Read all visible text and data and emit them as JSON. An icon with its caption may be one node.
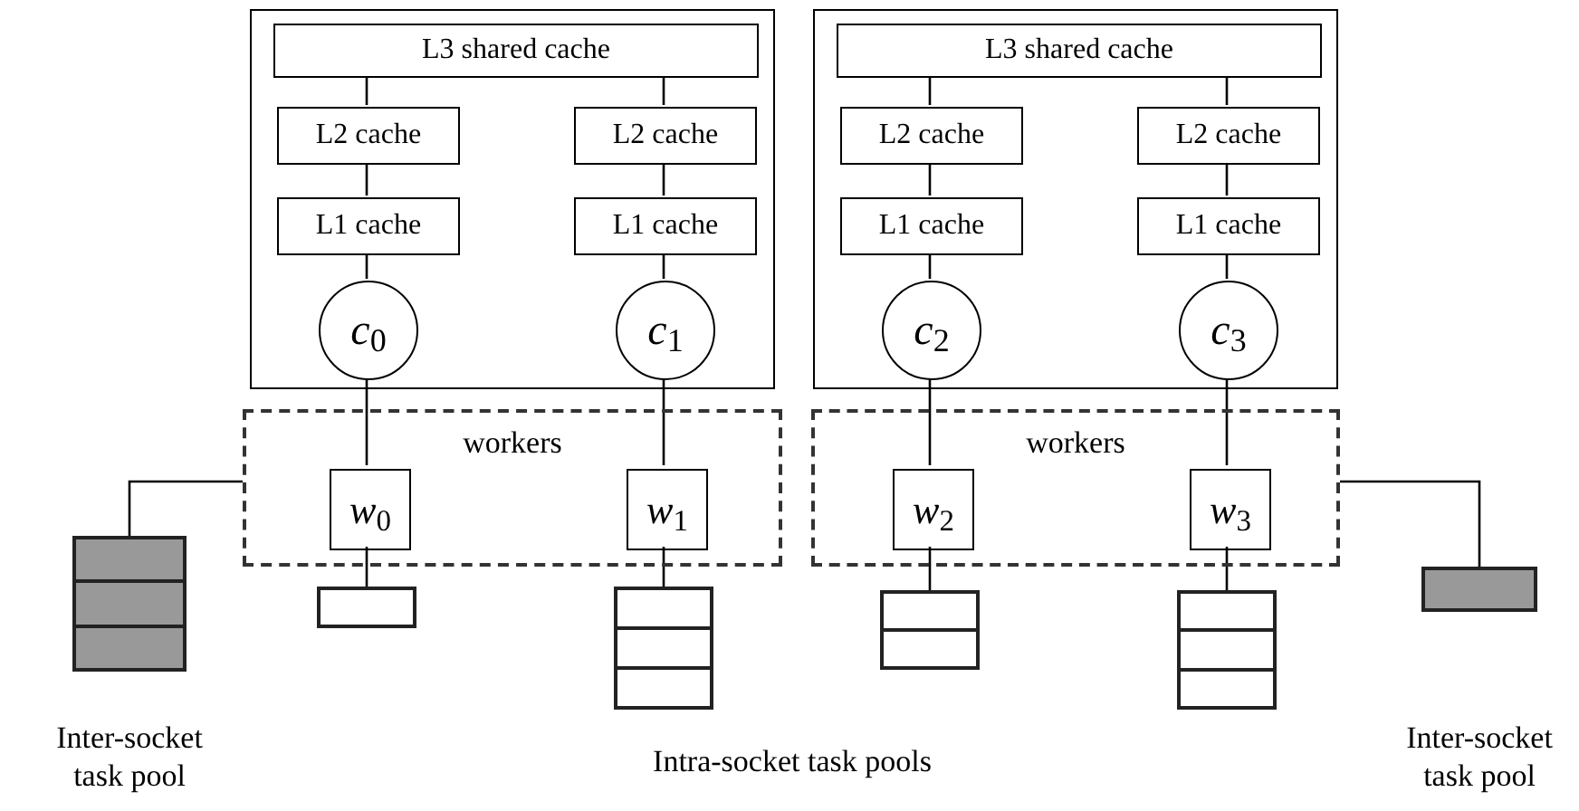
{
  "diagram": {
    "nodes": [
      {
        "text": [],
        "shape": "box"
      },
      {
        "text": [
          "L3 shared cache"
        ],
        "in": 0
      },
      {
        "text": [
          "L2 cache"
        ],
        "in": 0
      },
      {
        "text": [
          "L1 cache"
        ],
        "in": 0
      },
      {
        "text": [
          "*c*$_{0}$"
        ],
        "in": 0
      },
      {
        "text": [
          "L2 cache"
        ],
        "in": 0
      },
      {
        "text": [
          "L1 cache"
        ],
        "in": 0
      },
      {
        "text": [
          "*c*$_{1}$"
        ],
        "in": 0
      },
      {
        "text": [],
        "shape": "box"
      },
      {
        "text": [
          "L3 shared cache"
        ],
        "in": 8
      },
      {
        "text": [
          "L2 cache"
        ],
        "in": 8
      },
      {
        "text": [
          "L1 cache"
        ],
        "in": 8
      },
      {
        "text": [
          "*c*$_{2}$"
        ],
        "in": 8
      },
      {
        "text": [
          "L2 cache"
        ],
        "in": 8
      },
      {
        "text": [
          "L1 cache"
        ],
        "in": 8
      },
      {
        "text": [
          "*c*$_{3}$"
        ],
        "in": 8
      },
      {
        "text": [
          "workers"
        ]
      },
      {
        "text": [
          "*w*$_{0}$"
        ],
        "in": 16
      },
      {
        "text": [
          "*w*$_{1}$"
        ],
        "in": 16
      },
      {
        "text": [
          "workers"
        ]
      },
      {
        "text": [
          "*w*$_{2}$"
        ],
        "in": 19
      },
      {
        "text": [
          "*w*$_{3}$"
        ],
        "in": 19
      },
      {
        "text": [],
        "shape": "box",
        "beside": [
          "Inter-socket task pool"
        ]
      },
      {
        "text": [],
        "shape": "box"
      },
      {
        "text": [],
        "shape": "box"
      },
      {
        "text": [],
        "shape": "box"
      },
      {
        "text": [],
        "shape": "box"
      },
      {
        "text": [],
        "shape": "box",
        "beside": [
          "Inter-socket task pool"
        ]
      }
    ],
    "edges": [
      {
        "from": 1,
        "to": 2,
        "arrow": "none"
      },
      {
        "from": 2,
        "to": 3,
        "arrow": "none"
      },
      {
        "from": 3,
        "to": 4,
        "arrow": "none"
      },
      {
        "from": 1,
        "to": 5,
        "arrow": "none"
      },
      {
        "from": 5,
        "to": 6,
        "arrow": "none"
      },
      {
        "from": 6,
        "to": 7,
        "arrow": "none"
      },
      {
        "from": 9,
        "to": 10,
        "arrow": "none"
      },
      {
        "from": 10,
        "to": 11,
        "arrow": "none"
      },
      {
        "from": 11,
        "to": 12,
        "arrow": "none"
      },
      {
        "from": 9,
        "to": 13,
        "arrow": "none"
      },
      {
        "from": 13,
        "to": 14,
        "arrow": "none"
      },
      {
        "from": 14,
        "to": 15,
        "arrow": "none"
      },
      {
        "from": 4,
        "to": 17,
        "arrow": "none"
      },
      {
        "from": 7,
        "to": 18,
        "arrow": "none"
      },
      {
        "from": 12,
        "to": 20,
        "arrow": "none"
      },
      {
        "from": 15,
        "to": 21,
        "arrow": "none"
      },
      {
        "from": 16,
        "to": 22,
        "arrow": "none"
      },
      {
        "from": 17,
        "to": 23,
        "arrow": "none"
      },
      {
        "from": 18,
        "to": 24,
        "arrow": "none"
      },
      {
        "from": 20,
        "to": 25,
        "arrow": "none"
      },
      {
        "from": 21,
        "to": 26,
        "arrow": "none"
      },
      {
        "from": 19,
        "to": 27,
        "arrow": "none"
      }
    ],
    "labels": [
      "Intra-socket task pools"
    ]
  }
}
